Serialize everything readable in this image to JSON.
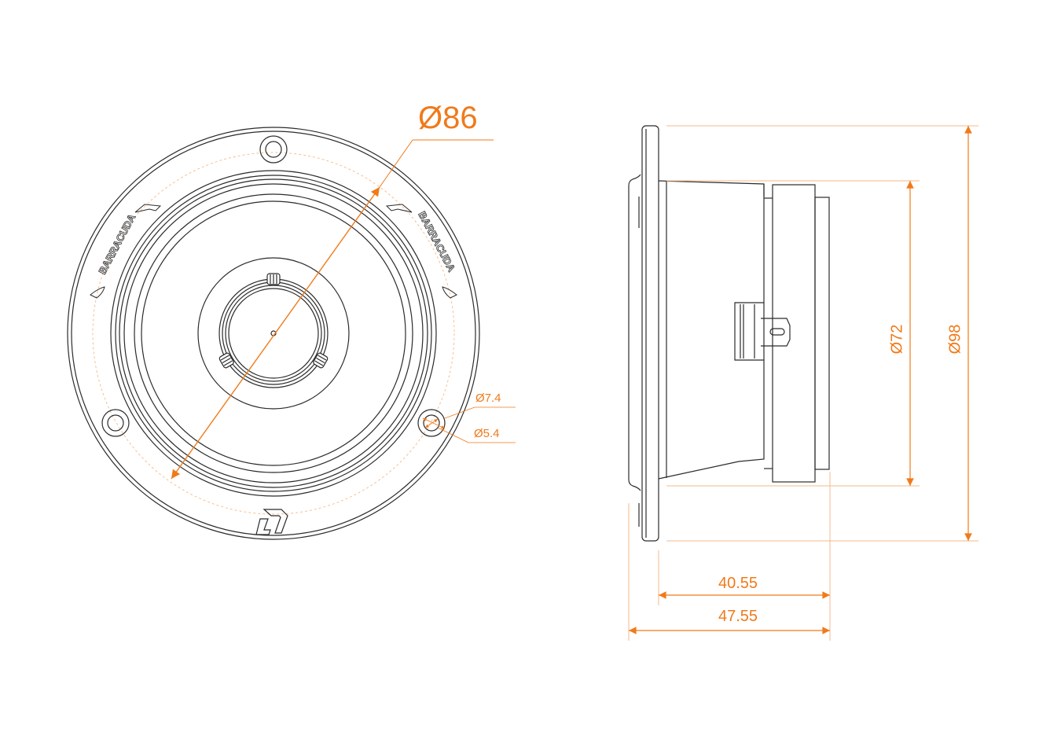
{
  "drawing": {
    "subject": "Barracuda midrange speaker technical drawing",
    "front_view": {
      "brand_text_left": "BARRACUDA",
      "brand_text_right": "BARRACUDA",
      "logo": "DL-logo",
      "dimensions": {
        "cutout_diameter": "Ø86",
        "hole_outer_diameter": "Ø7.4",
        "hole_inner_diameter": "Ø5.4"
      }
    },
    "side_view": {
      "dimensions": {
        "frame_diameter": "Ø72",
        "outer_diameter": "Ø98",
        "mount_depth": "40.55",
        "total_depth": "47.55"
      }
    },
    "colors": {
      "line": "#2b2b2b",
      "dimension": "#f07a1a",
      "dimension_light": "#f5b98a"
    }
  }
}
